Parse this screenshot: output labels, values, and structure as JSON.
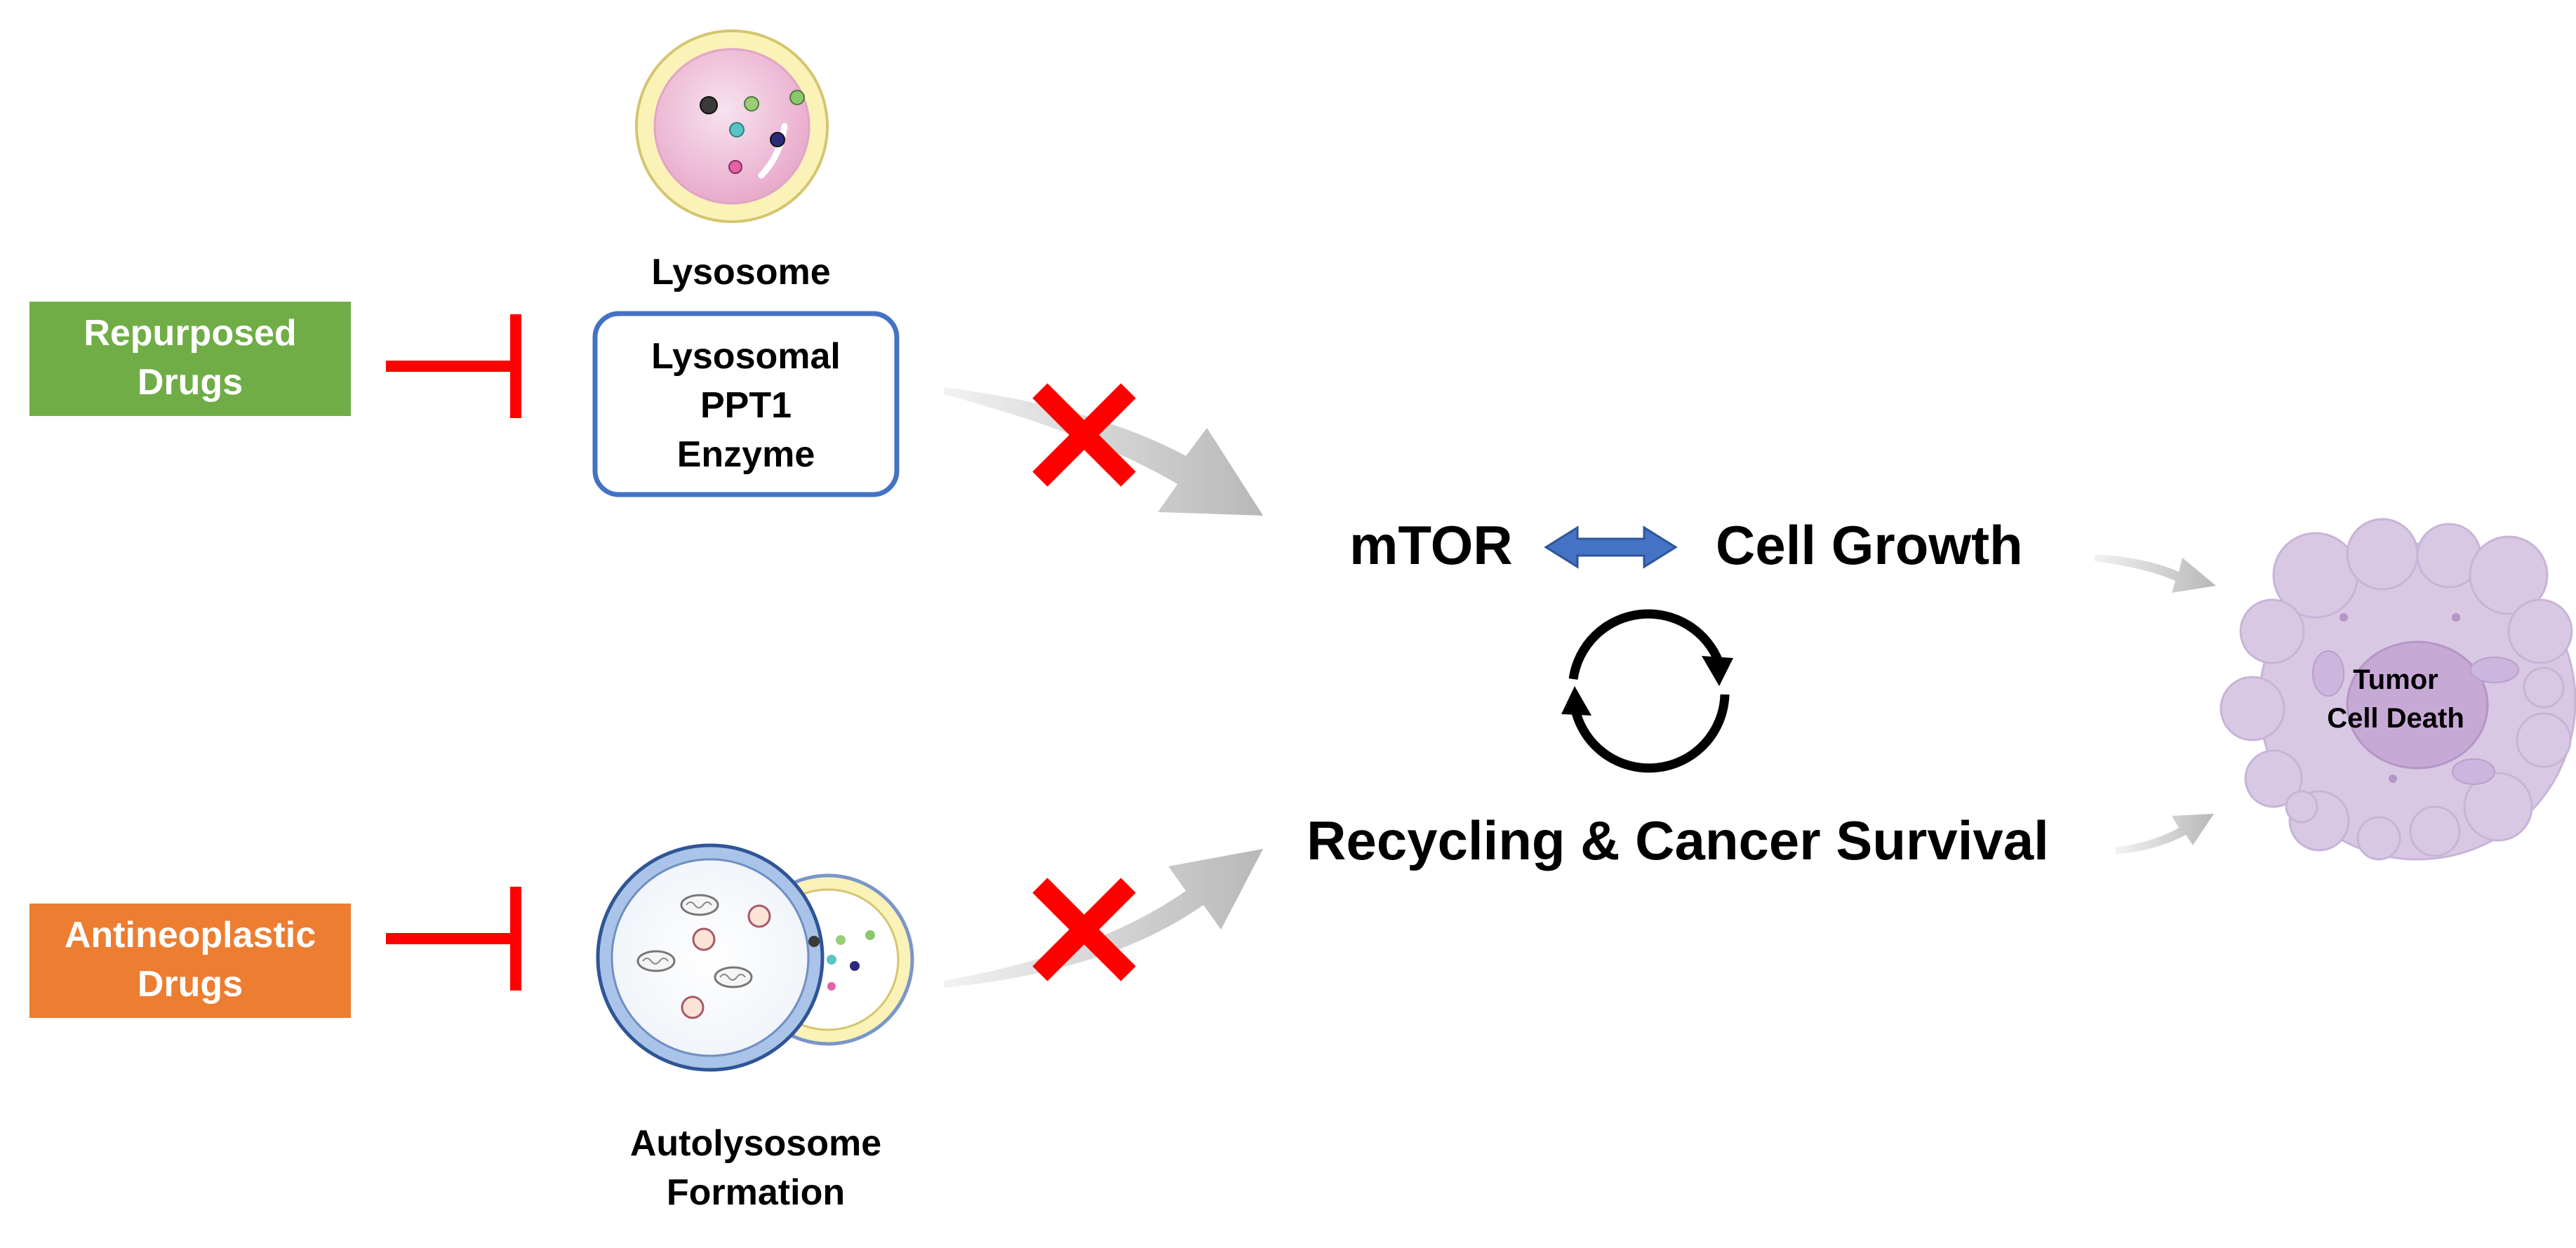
{
  "boxes": {
    "repurposed": {
      "line1": "Repurposed",
      "line2": "Drugs",
      "color": "#70ad47"
    },
    "antineoplastic": {
      "line1": "Antineoplastic",
      "line2": "Drugs",
      "color": "#ed7d31"
    }
  },
  "lysosome": {
    "label": "Lysosome",
    "enzyme": {
      "line1": "Lysosomal",
      "line2": "PPT1",
      "line3": "Enzyme",
      "border_color": "#4472c4"
    }
  },
  "autolysosome": {
    "line1": "Autolysosome",
    "line2": "Formation"
  },
  "center": {
    "mtor": "mTOR",
    "cell_growth": "Cell Growth",
    "recycling": "Recycling & Cancer Survival"
  },
  "tumor": {
    "line1": "Tumor",
    "line2": "Cell Death"
  },
  "colors": {
    "inhibit": "#ff0000",
    "block_x": "#ff0000",
    "double_arrow": "#4472c4",
    "flow_arrow": "#bfbfbf",
    "cell_fill": "#d9c8e4"
  },
  "icons": {
    "inhibition": "t-bar-inhibit-icon",
    "block": "red-x-icon",
    "cycle": "circular-arrows-icon"
  }
}
